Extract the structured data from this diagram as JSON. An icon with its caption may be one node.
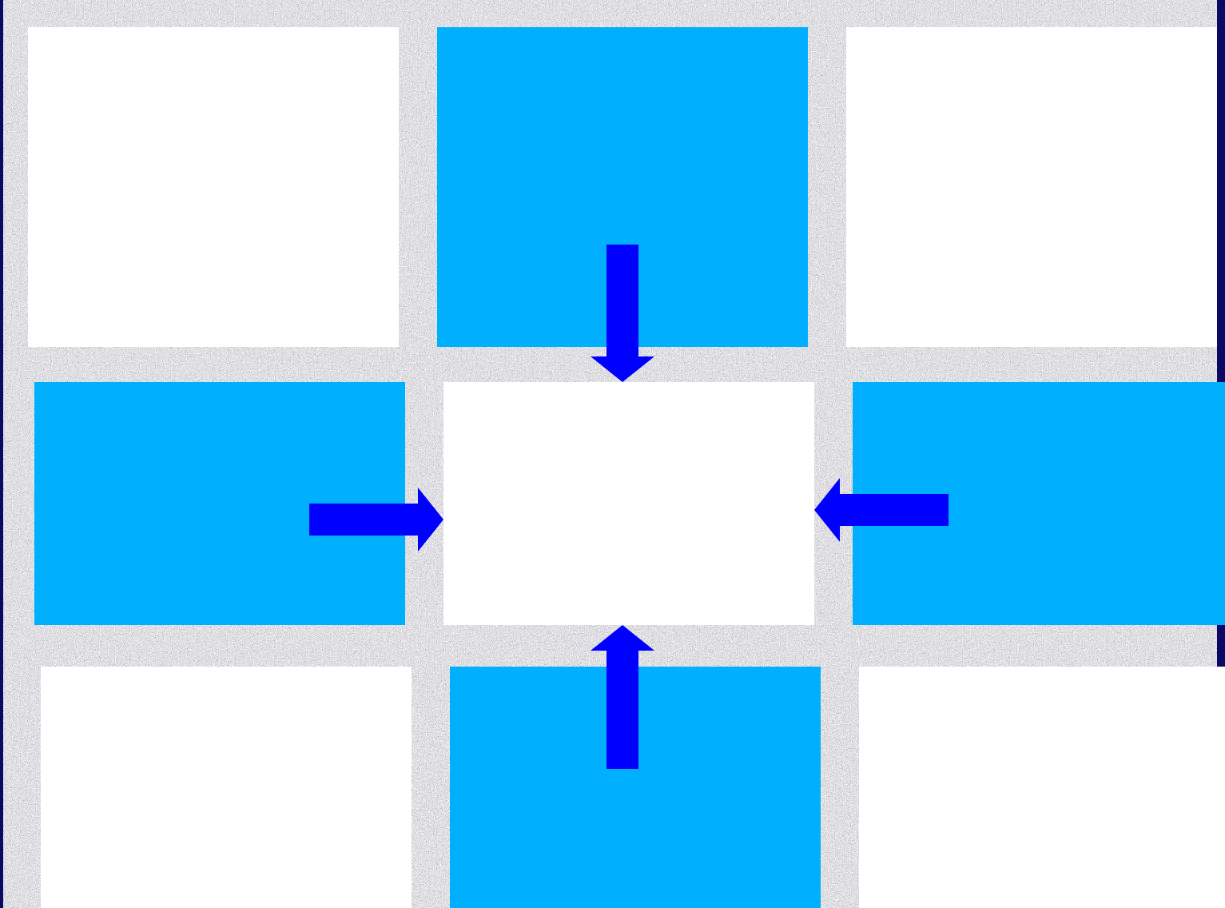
{
  "diagram": {
    "nodes": [
      {
        "text": [],
        "shape": "box"
      },
      {
        "text": [],
        "shape": "box"
      },
      {
        "text": [],
        "shape": "box"
      },
      {
        "text": [],
        "shape": "box"
      },
      {
        "text": [],
        "shape": "box"
      },
      {
        "text": [],
        "shape": "box"
      },
      {
        "text": [],
        "shape": "box"
      },
      {
        "text": [],
        "shape": "box"
      },
      {
        "text": [],
        "shape": "box"
      }
    ],
    "edges": [
      {
        "from": 1,
        "to": 4,
        "arrow": "to"
      },
      {
        "from": 3,
        "to": 4,
        "arrow": "to"
      },
      {
        "from": 5,
        "to": 4,
        "arrow": "to"
      },
      {
        "from": 7,
        "to": 4,
        "arrow": "to"
      }
    ]
  }
}
